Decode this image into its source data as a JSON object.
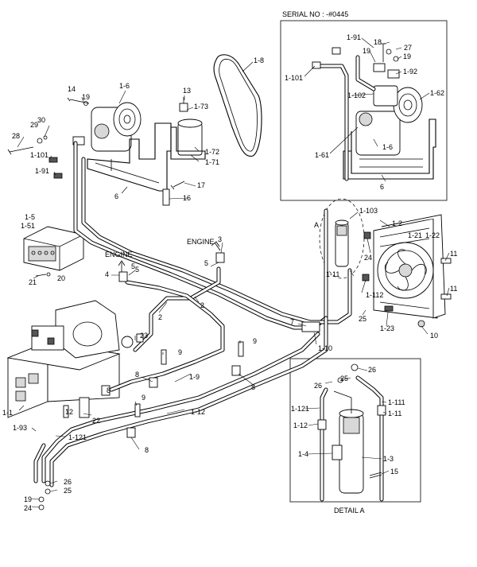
{
  "serial_label": "SERIAL NO : -#0445",
  "detail_caption": "DETAIL A",
  "detail_marker": "A",
  "engine_labels": [
    "ENGINE",
    "ENGINE"
  ],
  "callouts": [
    {
      "id": "c1",
      "text": "1-8"
    },
    {
      "id": "c2",
      "text": "14"
    },
    {
      "id": "c3",
      "text": "19"
    },
    {
      "id": "c4",
      "text": "1-6"
    },
    {
      "id": "c5",
      "text": "13"
    },
    {
      "id": "c6",
      "text": "1-73"
    },
    {
      "id": "c7",
      "text": "29"
    },
    {
      "id": "c8",
      "text": "30"
    },
    {
      "id": "c9",
      "text": "28"
    },
    {
      "id": "c10",
      "text": "1-101"
    },
    {
      "id": "c11",
      "text": "1-91"
    },
    {
      "id": "c12",
      "text": "1-72"
    },
    {
      "id": "c13",
      "text": "1-71"
    },
    {
      "id": "c14",
      "text": "17"
    },
    {
      "id": "c15",
      "text": "6"
    },
    {
      "id": "c16",
      "text": "16"
    },
    {
      "id": "c17",
      "text": "1-5"
    },
    {
      "id": "c18",
      "text": "1-51"
    },
    {
      "id": "c19",
      "text": "21"
    },
    {
      "id": "c20",
      "text": "20"
    },
    {
      "id": "c21",
      "text": "3"
    },
    {
      "id": "c22",
      "text": "5"
    },
    {
      "id": "c23",
      "text": "4"
    },
    {
      "id": "c24",
      "text": "5"
    },
    {
      "id": "c25",
      "text": "2"
    },
    {
      "id": "c26",
      "text": "2"
    },
    {
      "id": "c27",
      "text": "5"
    },
    {
      "id": "c28",
      "text": "23"
    },
    {
      "id": "c29",
      "text": "9"
    },
    {
      "id": "c30",
      "text": "9"
    },
    {
      "id": "c31",
      "text": "8"
    },
    {
      "id": "c32",
      "text": "8"
    },
    {
      "id": "c33",
      "text": "1-9"
    },
    {
      "id": "c34",
      "text": "8"
    },
    {
      "id": "c35",
      "text": "9"
    },
    {
      "id": "c36",
      "text": "1-1"
    },
    {
      "id": "c37",
      "text": "12"
    },
    {
      "id": "c38",
      "text": "22"
    },
    {
      "id": "c39",
      "text": "1-12"
    },
    {
      "id": "c40",
      "text": "1-93"
    },
    {
      "id": "c41",
      "text": "1-121"
    },
    {
      "id": "c42",
      "text": "8"
    },
    {
      "id": "c43",
      "text": "26"
    },
    {
      "id": "c44",
      "text": "25"
    },
    {
      "id": "c45",
      "text": "19"
    },
    {
      "id": "c46",
      "text": "24"
    },
    {
      "id": "c47",
      "text": "7"
    },
    {
      "id": "c48",
      "text": "1-10"
    },
    {
      "id": "c49",
      "text": "1-103"
    },
    {
      "id": "c50",
      "text": "1-2"
    },
    {
      "id": "c51",
      "text": "1-21"
    },
    {
      "id": "c52",
      "text": "1-22"
    },
    {
      "id": "c53",
      "text": "24"
    },
    {
      "id": "c54",
      "text": "1-11"
    },
    {
      "id": "c55",
      "text": "1-112"
    },
    {
      "id": "c56",
      "text": "11"
    },
    {
      "id": "c57",
      "text": "11"
    },
    {
      "id": "c58",
      "text": "25"
    },
    {
      "id": "c59",
      "text": "1-23"
    },
    {
      "id": "c60",
      "text": "10"
    },
    {
      "id": "c61",
      "text": "1-91"
    },
    {
      "id": "c62",
      "text": "18"
    },
    {
      "id": "c63",
      "text": "27"
    },
    {
      "id": "c64",
      "text": "19"
    },
    {
      "id": "c65",
      "text": "19"
    },
    {
      "id": "c66",
      "text": "1-101"
    },
    {
      "id": "c67",
      "text": "1-92"
    },
    {
      "id": "c68",
      "text": "1-102"
    },
    {
      "id": "c69",
      "text": "1-62"
    },
    {
      "id": "c70",
      "text": "1-61"
    },
    {
      "id": "c71",
      "text": "1-6"
    },
    {
      "id": "c72",
      "text": "6"
    },
    {
      "id": "c73",
      "text": "25"
    },
    {
      "id": "c74",
      "text": "26"
    },
    {
      "id": "c75",
      "text": "26"
    },
    {
      "id": "c76",
      "text": "1-111"
    },
    {
      "id": "c77",
      "text": "1-11"
    },
    {
      "id": "c78",
      "text": "1-121"
    },
    {
      "id": "c79",
      "text": "1-12"
    },
    {
      "id": "c80",
      "text": "1-4"
    },
    {
      "id": "c81",
      "text": "1-3"
    },
    {
      "id": "c82",
      "text": "15"
    }
  ]
}
